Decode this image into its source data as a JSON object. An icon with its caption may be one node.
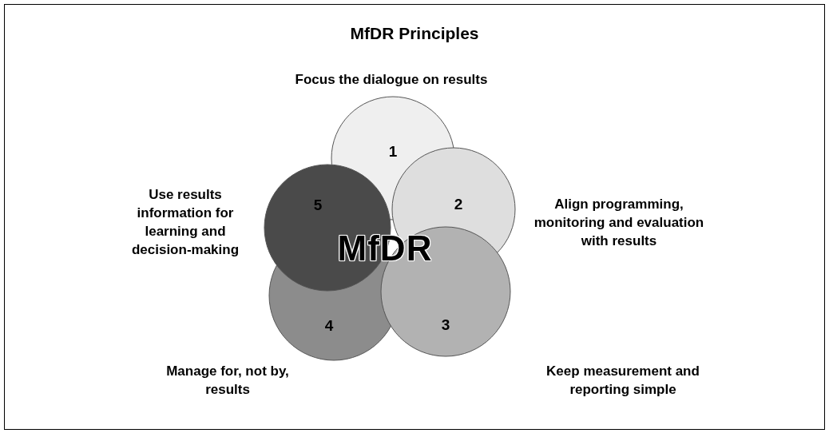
{
  "diagram": {
    "title": "MfDR Principles",
    "nodes": [
      {
        "text": [
          "1"
        ],
        "beside": [
          "Focus the dialogue on results"
        ]
      },
      {
        "text": [
          "2"
        ],
        "beside": [
          "Align programming, monitoring and evaluation with results"
        ]
      },
      {
        "text": [
          "3"
        ],
        "beside": [
          "Keep measurement and reporting simple"
        ]
      },
      {
        "text": [
          "4"
        ],
        "beside": [
          "Manage for, not by, results"
        ]
      },
      {
        "text": [
          "5"
        ],
        "beside": [
          "Use results information for learning and decision-making"
        ]
      }
    ],
    "labels": [
      "MfDR"
    ]
  }
}
